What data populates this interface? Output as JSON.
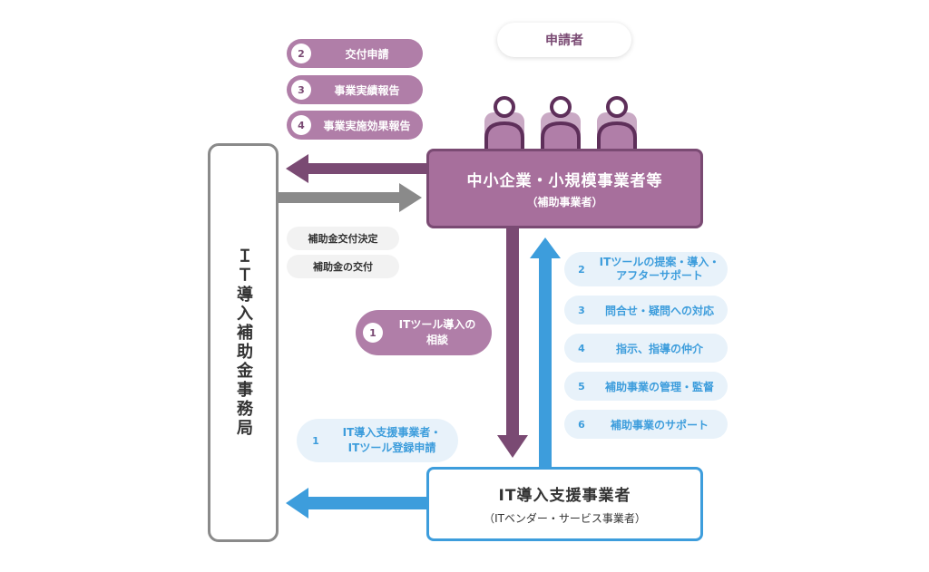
{
  "applicant": "申請者",
  "purple_steps": [
    {
      "num": "2",
      "label": "交付申請"
    },
    {
      "num": "3",
      "label": "事業実績報告"
    },
    {
      "num": "4",
      "label": "事業実施効果報告"
    }
  ],
  "sme_box": {
    "title": "中小企業・小規模事業者等",
    "subtitle": "（補助事業者）"
  },
  "office_box": {
    "title": "ＩＴ導入補助金事務局"
  },
  "grey_labels": [
    "補助金交付決定",
    "補助金の交付"
  ],
  "consult": {
    "num": "1",
    "line1": "ITツール導入の",
    "line2": "相談"
  },
  "vendor_register": {
    "num": "1",
    "line1": "IT導入支援事業者・",
    "line2": "ITツール登録申請"
  },
  "blue_steps": [
    {
      "num": "2",
      "line1": "ITツールの提案・導入・",
      "line2": "アフターサポート"
    },
    {
      "num": "3",
      "line1": "問合せ・疑問への対応",
      "line2": ""
    },
    {
      "num": "4",
      "line1": "指示、指導の仲介",
      "line2": ""
    },
    {
      "num": "5",
      "line1": "補助事業の管理・監督",
      "line2": ""
    },
    {
      "num": "6",
      "line1": "補助事業のサポート",
      "line2": ""
    }
  ],
  "vendor_box": {
    "title": "IT導入支援事業者",
    "subtitle": "（ITベンダー・サービス事業者）"
  },
  "colors": {
    "purple": "#7a4a73",
    "purple_light": "#b07ea8",
    "blue": "#3d9ddc",
    "grey": "#8a8a8a"
  }
}
